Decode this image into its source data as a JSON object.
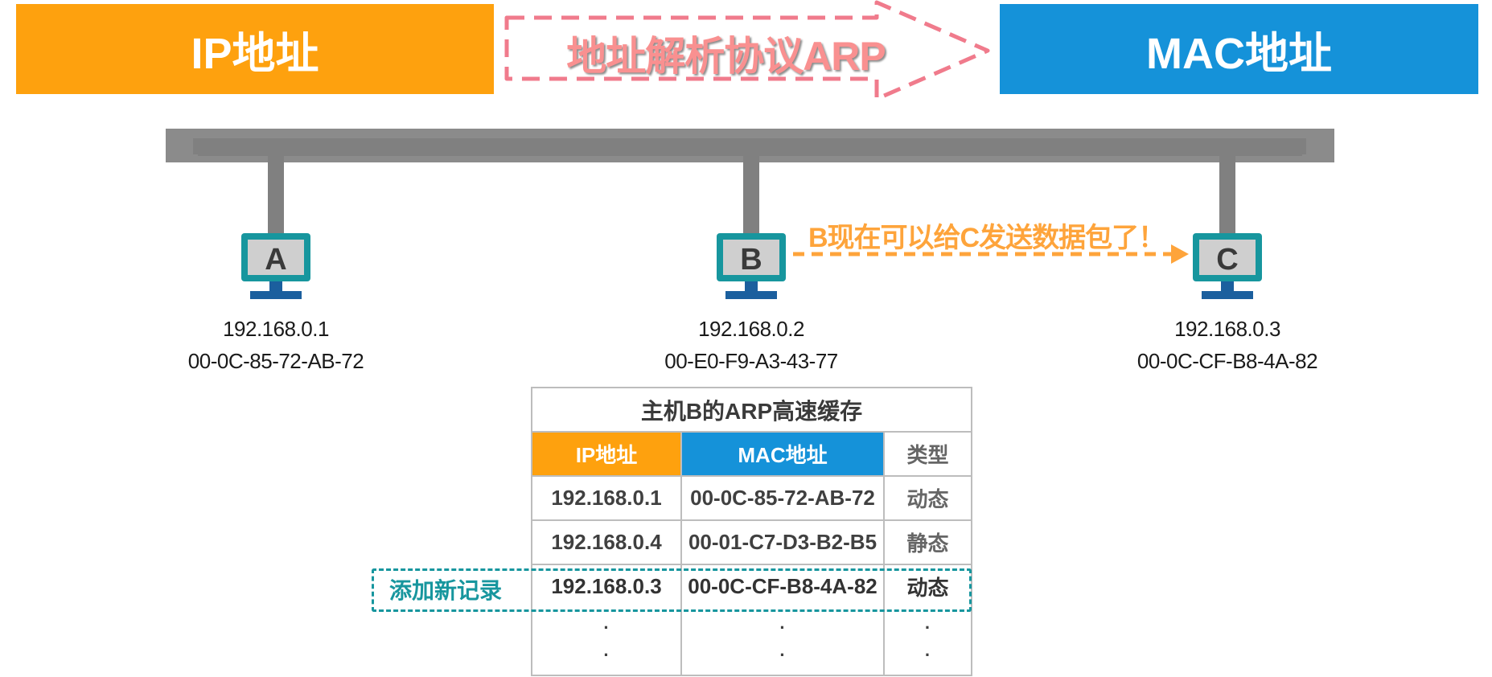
{
  "banner": {
    "ip_label": "IP地址",
    "mac_label": "MAC地址",
    "arp_label": "地址解析协议ARP"
  },
  "colors": {
    "orange": "#fea10e",
    "blue": "#1592d9",
    "teal": "#17969e",
    "pink": "#f07b8c"
  },
  "hosts": [
    {
      "letter": "A",
      "ip": "192.168.0.1",
      "mac": "00-0C-85-72-AB-72"
    },
    {
      "letter": "B",
      "ip": "192.168.0.2",
      "mac": "00-E0-F9-A3-43-77"
    },
    {
      "letter": "C",
      "ip": "192.168.0.3",
      "mac": "00-0C-CF-B8-4A-82"
    }
  ],
  "message": "B现在可以给C发送数据包了！",
  "cache": {
    "title": "主机B的ARP高速缓存",
    "headers": [
      "IP地址",
      "MAC地址",
      "类型"
    ],
    "rows": [
      {
        "ip": "192.168.0.1",
        "mac": "00-0C-85-72-AB-72",
        "type": "动态"
      },
      {
        "ip": "192.168.0.4",
        "mac": "00-01-C7-D3-B2-B5",
        "type": "静态"
      },
      {
        "ip": "192.168.0.3",
        "mac": "00-0C-CF-B8-4A-82",
        "type": "动态"
      }
    ],
    "ellipsis": "·"
  },
  "new_record_label": "添加新记录"
}
